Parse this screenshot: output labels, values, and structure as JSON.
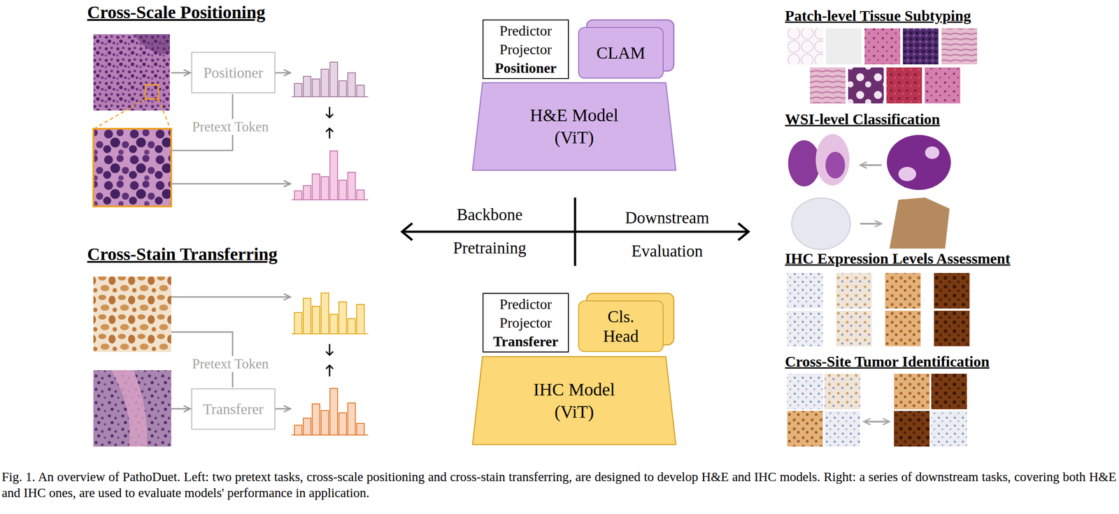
{
  "diagram": {
    "caption": "Fig. 1. An overview of PathoDuet. Left: two pretext tasks, cross-scale positioning and cross-stain transferring, are designed to develop H&E and IHC models. Right: a series of downstream tasks, covering both H&E and IHC ones, are used to evaluate models' performance in application.",
    "nodes": [
      {
        "text": [
          "Positioner"
        ]
      },
      {
        "text": [
          "Transferer"
        ]
      },
      {
        "text": [
          "Predictor",
          "Projector",
          "Positioner"
        ]
      },
      {
        "text": [
          "CLAM"
        ]
      },
      {
        "text": [
          "H&E Model (ViT)"
        ]
      },
      {
        "text": [
          "Predictor",
          "Projector",
          "Transferer"
        ]
      },
      {
        "text": [
          "Cls. Head"
        ]
      },
      {
        "text": [
          "IHC Model (ViT)"
        ]
      }
    ],
    "labels": [
      "Cross-Scale Positioning",
      "Pretext Token",
      "Cross-Stain Transferring",
      "Pretext Token",
      "Backbone",
      "Pretraining",
      "Downstream",
      "Evaluation",
      "Patch-level Tissue Subtyping",
      "WSI-level Classification",
      "IHC Expression Levels Assessment",
      "Cross-Site Tumor Identification"
    ]
  }
}
